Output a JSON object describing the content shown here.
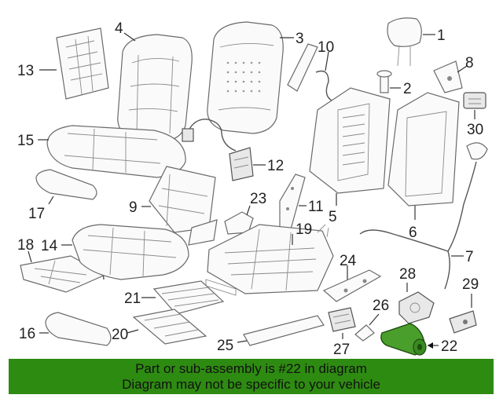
{
  "banner": {
    "line1": "Part or sub-assembly is #22 in diagram",
    "line2": "Diagram may not be specific to your vehicle",
    "background": "#2e8b12"
  },
  "highlight_color": "#4a9e2c",
  "callouts": {
    "c1": "1",
    "c2": "2",
    "c3": "3",
    "c4": "4",
    "c5": "5",
    "c6": "6",
    "c7": "7",
    "c8": "8",
    "c9": "9",
    "c10": "10",
    "c11": "11",
    "c12": "12",
    "c13": "13",
    "c14": "14",
    "c15": "15",
    "c16": "16",
    "c17": "17",
    "c18": "18",
    "c19": "19",
    "c20": "20",
    "c21": "21",
    "c22": "22",
    "c23": "23",
    "c24": "24",
    "c25": "25",
    "c26": "26",
    "c27": "27",
    "c28": "28",
    "c29": "29",
    "c30": "30"
  }
}
